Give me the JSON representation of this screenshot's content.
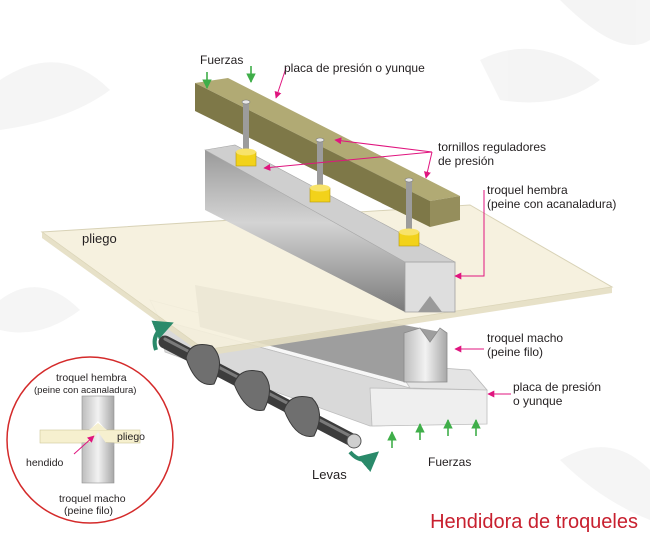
{
  "labels": {
    "fuerzas_top": "Fuerzas",
    "placa_top": "placa de presión o yunque",
    "tornillos_1": "tornillos reguladores",
    "tornillos_2": "de presión",
    "hembra_1": "troquel hembra",
    "hembra_2": "(peine con acanaladura)",
    "pliego": "pliego",
    "macho_1": "troquel macho",
    "macho_2": "(peine filo)",
    "placa_bottom_1": "placa de presión",
    "placa_bottom_2": "o yunque",
    "fuerzas_bottom": "Fuerzas",
    "levas": "Levas"
  },
  "inset": {
    "hembra_1": "troquel hembra",
    "hembra_2": "(peine con acanaladura)",
    "pliego": "pliego",
    "hendido": "hendido",
    "macho_1": "troquel macho",
    "macho_2": "(peine filo)"
  },
  "title": "Hendidora de troqueles",
  "colors": {
    "accent_magenta": "#e0157f",
    "arrow_green": "#3fae49",
    "title_red": "#c8202f",
    "anvil_olive": "#8a8450",
    "screw_yellow": "#f2d21a"
  }
}
